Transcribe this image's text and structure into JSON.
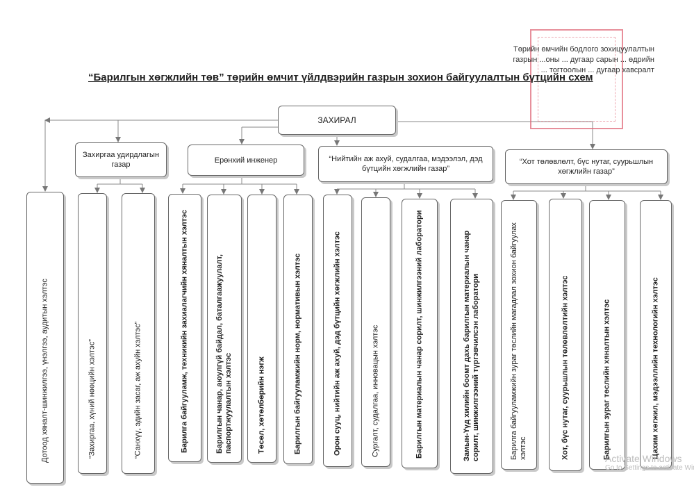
{
  "approval": {
    "line1": "Төрийн өмчийн бодлого зохицуулалтын",
    "line2": "газрын ...оны ... дугаар сарын ... өдрийн",
    "line3": "... тогтоолын ... дугаар хавсралт"
  },
  "title": "“Барилгын хөгжлийн төв” төрийн өмчит үйлдвэрийн газрын зохион байгуулалтын бүтцийн схем",
  "director": "ЗАХИРАЛ",
  "departments": [
    {
      "label": "Захиргаа удирдлагын газар"
    },
    {
      "label": "Ерөнхий инженер"
    },
    {
      "label": "“Нийтийн аж ахуй, судалгаа, мэдээлэл, дэд бүтцийн хөгжлийн газар”"
    },
    {
      "label": "“Хот төлөвлөлт, бүс нутаг, суурьшлын хөгжлийн газар”"
    }
  ],
  "units": [
    {
      "label": "Дотоод хяналт-шинжилгээ, үнэлгээ, аудитын хэлтэс"
    },
    {
      "label": "“Захиргаа, хүний нөөцийн хэлтэс”"
    },
    {
      "label": "“Санхүү, эдийн засаг, аж ахуйн хэлтэс”"
    },
    {
      "label": "Барилга байгууламж, техникийн захиалагчийн хяналтын хэлтэс"
    },
    {
      "label": "Барилгын чанар, аюулгүй байдал, баталгаажуулалт, паспортжуулалтын хэлтэс"
    },
    {
      "label": "Төсөл, хөтөлбөрийн нэгж"
    },
    {
      "label": "Барилгын байгууламжийн норм, нормативын хэлтэс"
    },
    {
      "label": "Орон сууц, нийтийн аж ахуй, дэд бүтцийн хөгжлийн хэлтэс"
    },
    {
      "label": "Сургалт, судалгаа, инновацын хэлтэс"
    },
    {
      "label": "Барилгын материалын чанар сорилт, шинжилгээний лаборатори"
    },
    {
      "label": "Замын-Үүд хилийн боомт дахь барилгын материалын чанар сорилт, шинжилгээний түргэвчилсэн лаборатори"
    },
    {
      "label": "Барилга байгууламжийн зураг төслийн магадлал зохион байгуулах хэлтэс"
    },
    {
      "label": "Хот, бүс нутаг, суурьшлын төлөвлөлтийн хэлтэс"
    },
    {
      "label": "Барилгын зураг төслийн хяналтын хэлтэс"
    },
    {
      "label": "Цахим хөгжил, мэдээллийн технологийн хэлтэс"
    }
  ],
  "watermark": {
    "line1": "Activate Windows",
    "line2": "Go to Settings to activate Windows."
  },
  "colors": {
    "border": "#666666",
    "shadow": "#c9c9c9",
    "stamp": "#e06a7a"
  }
}
